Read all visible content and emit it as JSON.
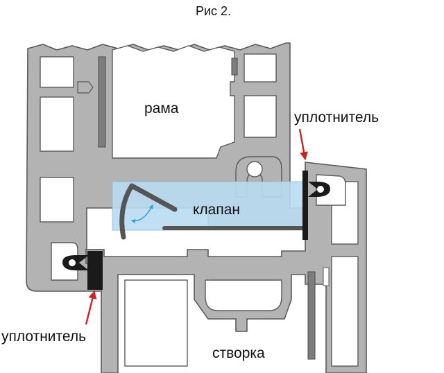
{
  "figure": {
    "title": "Рис 2."
  },
  "labels": {
    "frame": "рама",
    "sash": "створка",
    "valve": "клапан",
    "seal_top": "уплотнитель",
    "seal_bottom": "уплотнитель"
  },
  "colors": {
    "profile_fill": "#b3b3b3",
    "profile_stroke": "#5a5a5a",
    "chamber_fill": "#ffffff",
    "valve_fill": "#b9dcf2",
    "seal_fill": "#1a1a1a",
    "arrow_red": "#d42020",
    "rotation_arrow": "#3aa0d0",
    "rod_fill": "#555555"
  },
  "icons": {
    "seal_top_arrow": "red-arrow-icon",
    "seal_bottom_arrow": "red-arrow-icon",
    "valve_rotation": "rotation-arrow-icon"
  }
}
